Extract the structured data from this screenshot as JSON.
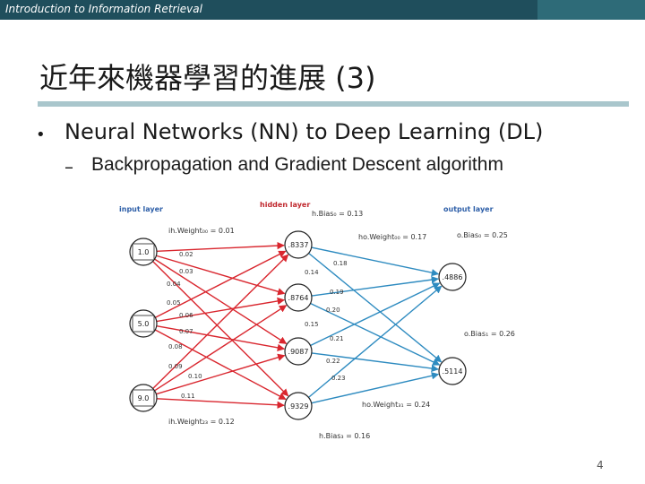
{
  "header": {
    "course": "Introduction to Information Retrieval"
  },
  "slide": {
    "title": "近年來機器學習的進展 (3)",
    "bullet": "Neural Networks (NN) to Deep Learning (DL)",
    "bullet_marker": "•",
    "sub_bullet": "Backpropagation and Gradient Descent algorithm",
    "sub_marker": "–",
    "page_number": "4"
  },
  "diagram": {
    "colors": {
      "input_to_hidden": "#d9262e",
      "hidden_to_output": "#2e8bc0",
      "layer_label_input": "#2e5fa8",
      "layer_label_hidden": "#c0282e",
      "layer_label_output": "#2e5fa8"
    },
    "layer_labels": {
      "input": "input layer",
      "hidden": "hidden layer",
      "output": "output layer"
    },
    "inputs": [
      "1.0",
      "5.0",
      "9.0"
    ],
    "hidden": [
      ".8337",
      ".8764",
      ".9087",
      ".9329"
    ],
    "outputs": [
      ".4886",
      ".5114"
    ],
    "ih_weight_00": "ih.Weight₀₀ = 0.01",
    "ih_weight_23": "ih.Weight₂₃ = 0.12",
    "ih_weights": [
      "0.02",
      "0.03",
      "0.04",
      "0.05",
      "0.06",
      "0.07",
      "0.08",
      "0.09",
      "0.10",
      "0.11"
    ],
    "ho_weight_00": "ho.Weight₀₀ = 0.17",
    "ho_weight_31": "ho.Weight₃₁ = 0.24",
    "ho_weights": [
      "0.18",
      "0.19",
      "0.20",
      "0.21",
      "0.22",
      "0.23"
    ],
    "hbias_0": "h.Bias₀ = 0.13",
    "hbias_1": "0.14",
    "hbias_2": "0.15",
    "hbias_3": "h.Bias₃ = 0.16",
    "obias_0": "o.Bias₀ = 0.25",
    "obias_1": "o.Bias₁ = 0.26"
  }
}
